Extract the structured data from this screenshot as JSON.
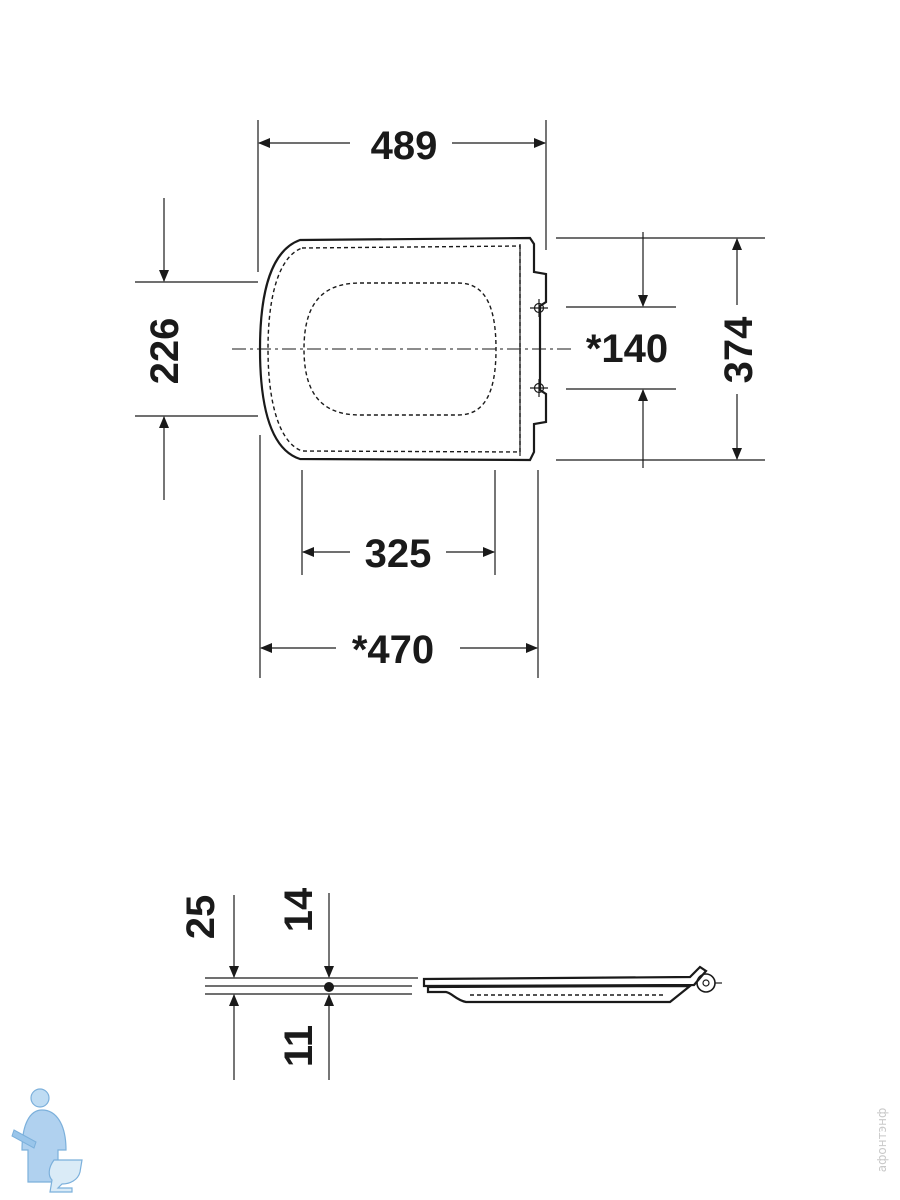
{
  "top_view": {
    "dim_overall_length": "489",
    "dim_front_width": "226",
    "dim_hinge_distance": "*140",
    "dim_overall_width": "374",
    "dim_opening_length": "325",
    "dim_base_length": "*470"
  },
  "side_view": {
    "dim_height_total": "25",
    "dim_height_lid": "14",
    "dim_height_seat": "11"
  },
  "watermark": {
    "text": "афонтэнф"
  }
}
